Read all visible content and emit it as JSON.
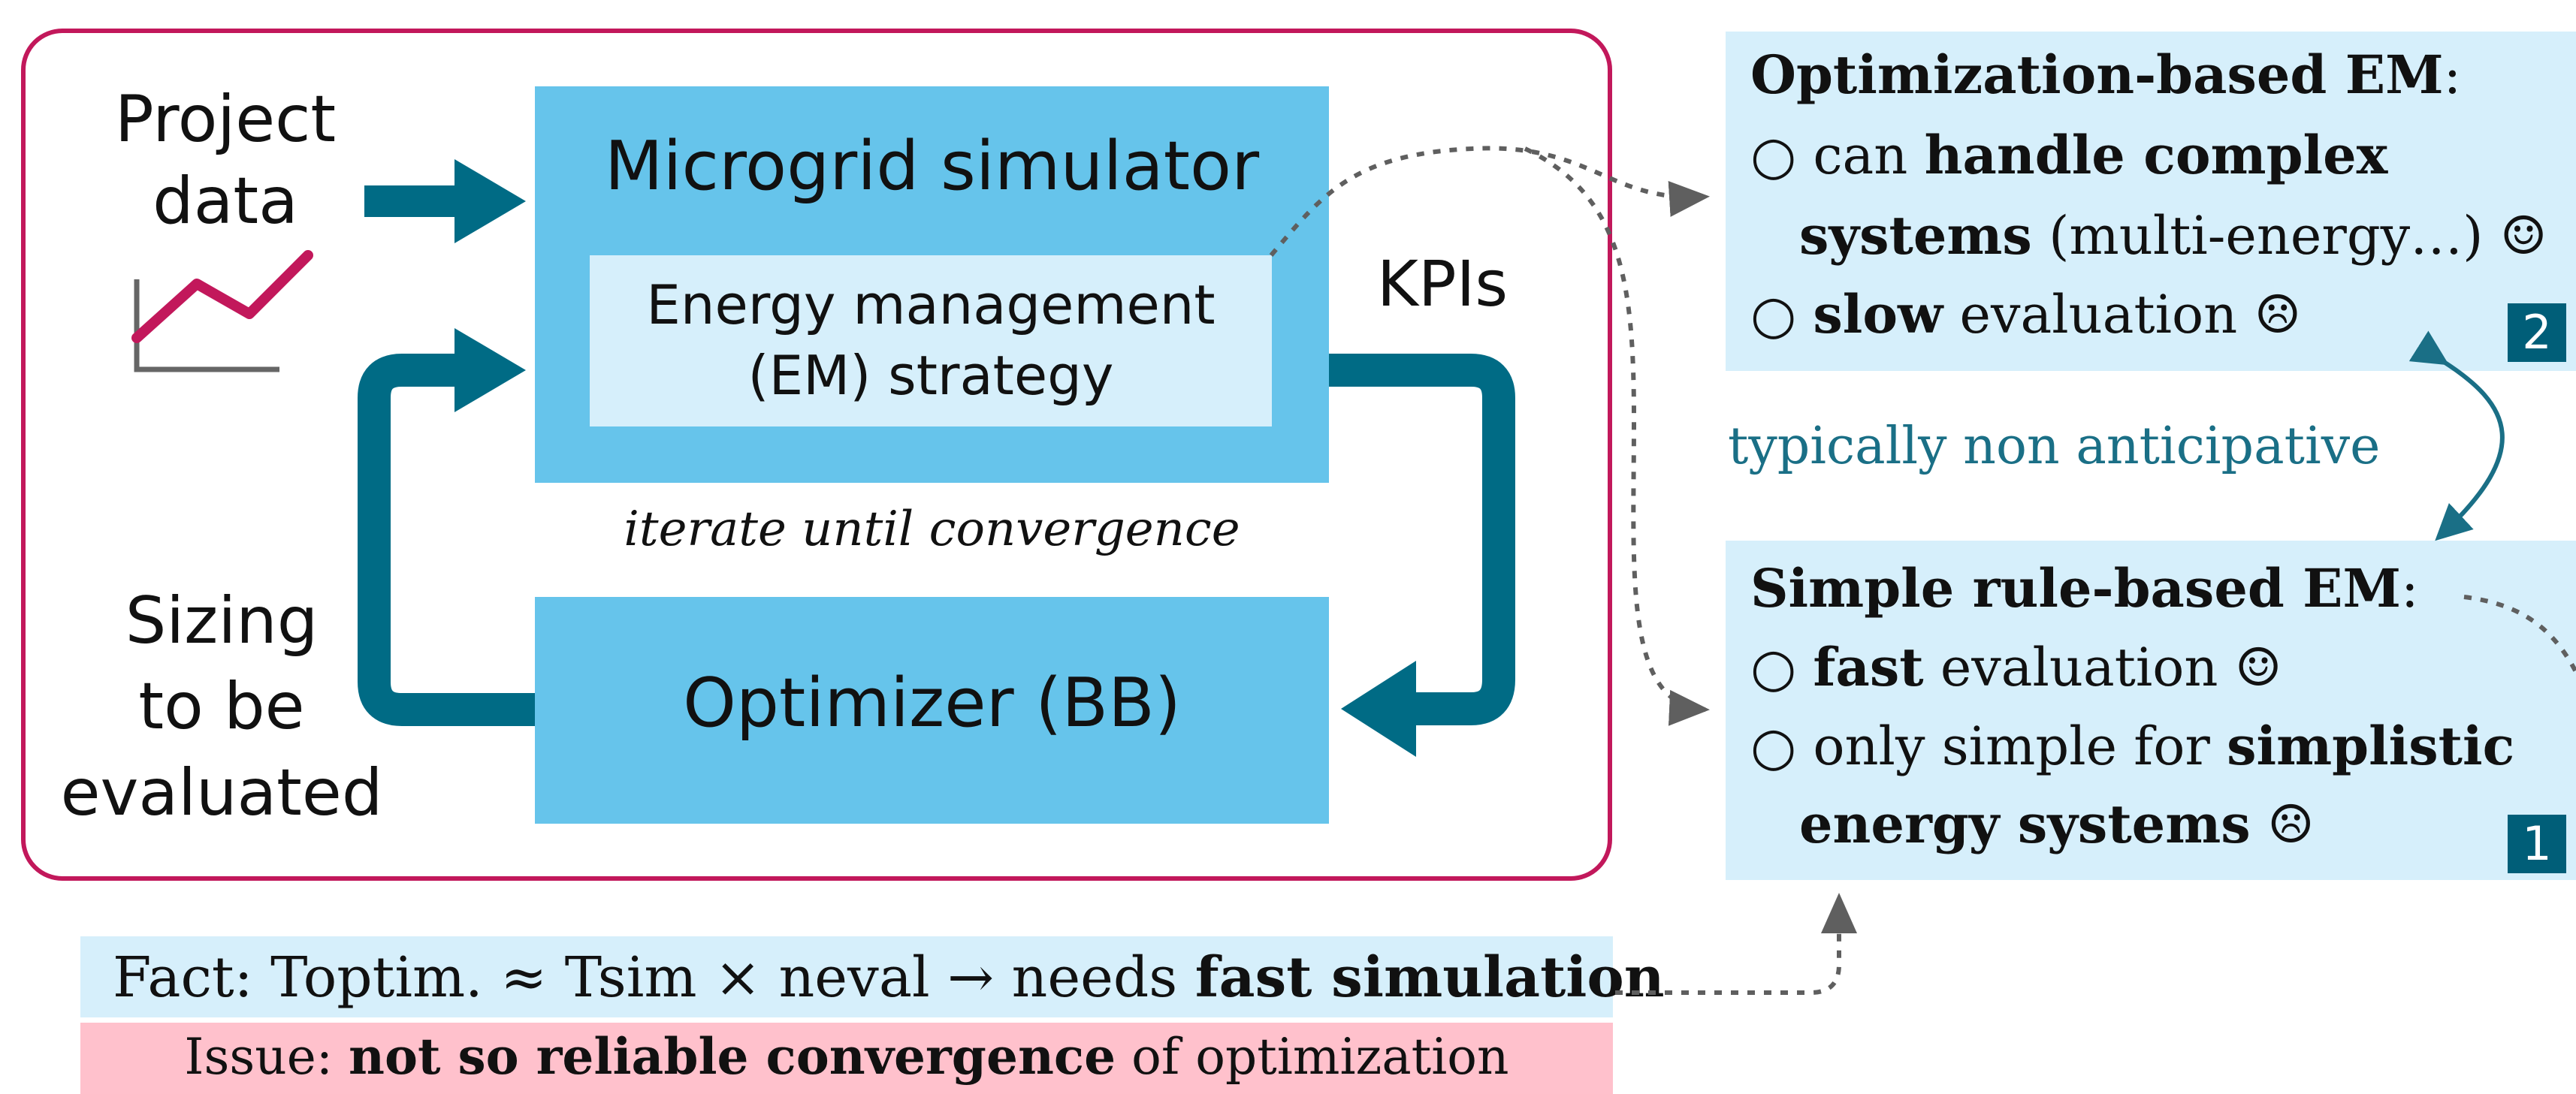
{
  "left_diagram": {
    "project_data_label": "Project\ndata",
    "simulator_label": "Microgrid simulator",
    "em_strategy_label": "Energy management\n(EM) strategy",
    "kpis_label": "KPIs",
    "iterate_label": "iterate until convergence",
    "sizing_label": "Sizing\nto be\nevaluated",
    "optimizer_label": "Optimizer (BB)"
  },
  "optimization_panel": {
    "title": "Optimization-based EM",
    "title_colon": ":",
    "line1_prefix": "○ can ",
    "line1_bold": "handle complex",
    "line2_bold": "systems",
    "line2_rest": " (multi-energy…) ☺",
    "line3_prefix": "○ ",
    "line3_bold": "slow",
    "line3_rest": " evaluation ☹",
    "badge": "2"
  },
  "middle_label": "typically non anticipative",
  "rule_panel": {
    "title": "Simple rule-based EM",
    "title_colon": ":",
    "line1_prefix": "○ ",
    "line1_bold": "fast",
    "line1_rest": " evaluation  ☺",
    "line2_prefix": "○ only simple for ",
    "line2_bold": "simplistic",
    "line3_bold": "energy systems",
    "line3_rest": "  ☹",
    "badge": "1"
  },
  "fact_bar": {
    "text": "Fact: Toptim. ≈ Tsim × neval → needs ",
    "bold": "fast simulation"
  },
  "issue_bar": {
    "text1": "Issue: ",
    "bold": "not so reliable convergence",
    "text2": " of optimization"
  },
  "colors": {
    "frame": "#c2185b",
    "block": "#66c4eb",
    "inner": "#d6effb",
    "arrow": "#006b85",
    "chart_line": "#c2185b",
    "fact_bg": "#d6effb",
    "issue_bg": "#ffc1cc",
    "badge": "#005e78",
    "teal_text": "#1a6f86"
  },
  "icons": [
    "mini-line-chart-icon",
    "right-arrow-icon",
    "feedback-loop-arrow-icon",
    "smile-face-icon",
    "frown-face-icon"
  ]
}
